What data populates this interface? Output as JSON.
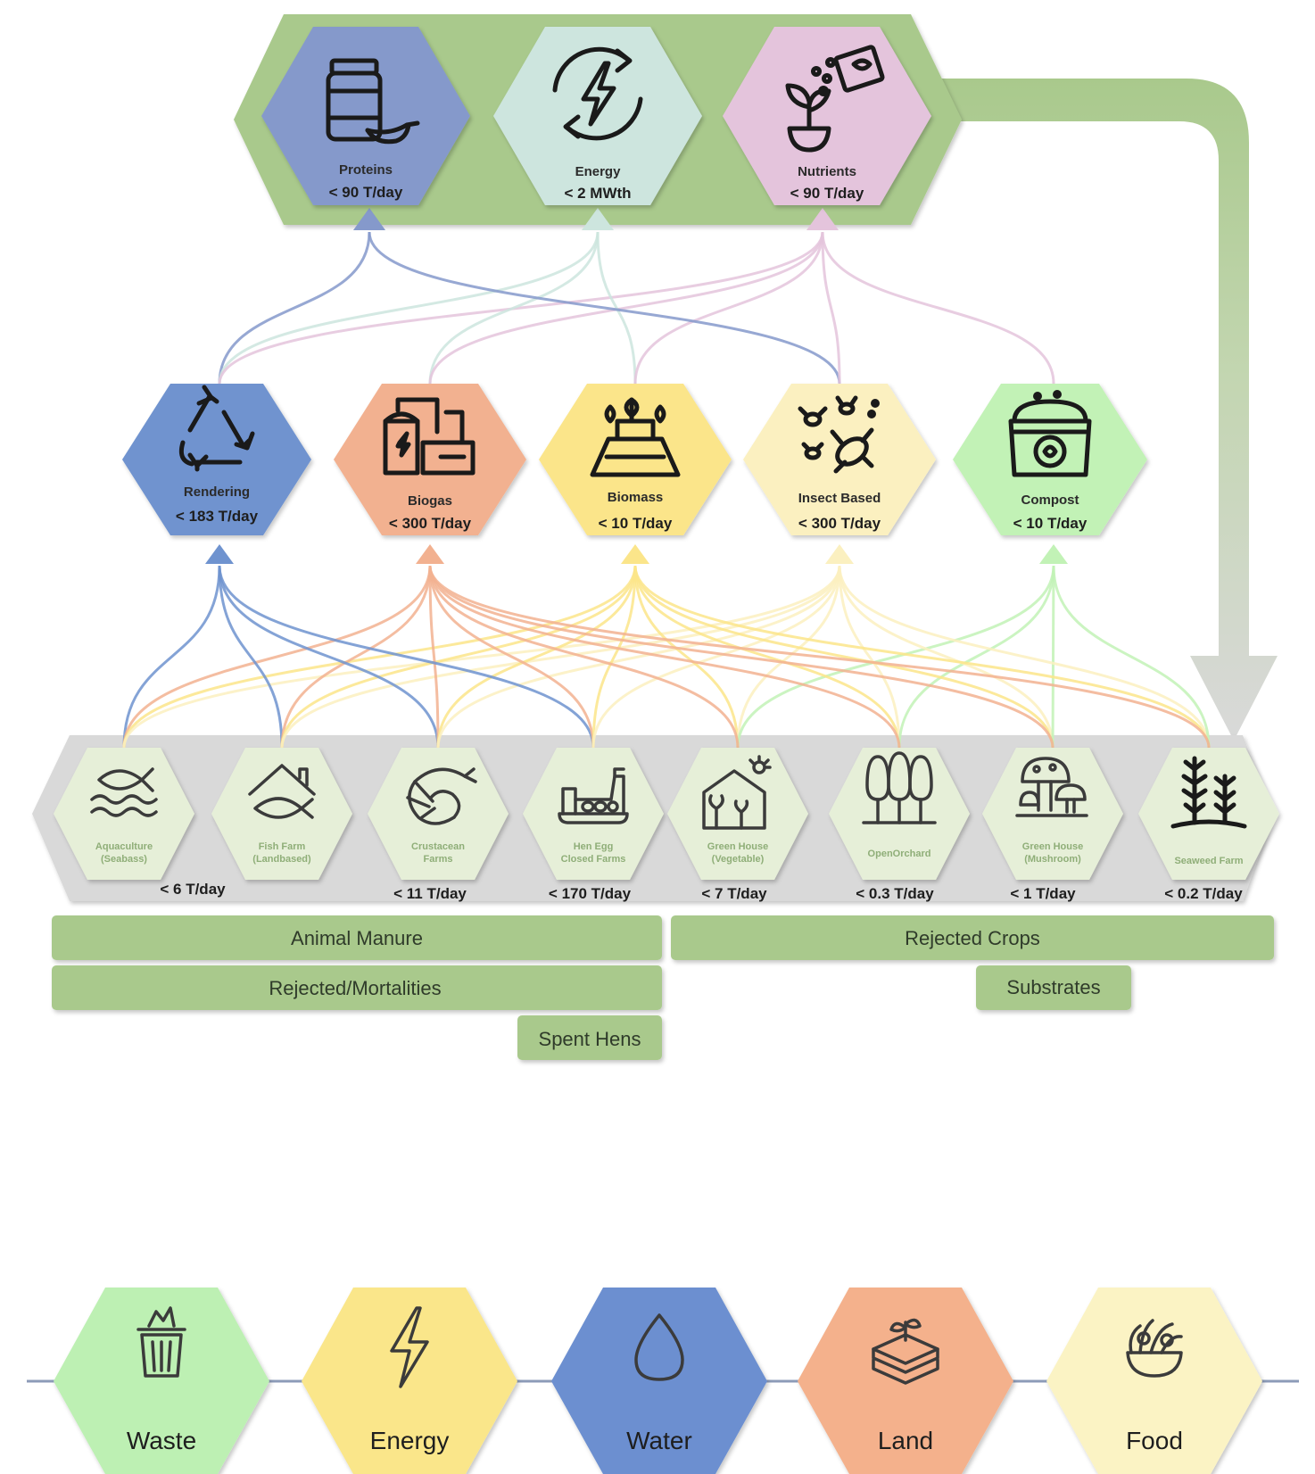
{
  "colors": {
    "top_band": "#a9c98c",
    "big_arrow": "#a9c98c",
    "farm_band": "#d9d9d9",
    "label_bar": "#a9c98c",
    "proteins": "#8599cb",
    "energy": "#cde5de",
    "nutrients": "#e4c4dc",
    "rendering": "#6f93cf",
    "biogas": "#f2b190",
    "biomass": "#fbe58a",
    "insect": "#fbf0c0",
    "compost": "#c2f2b6",
    "farm": "#e6efd8",
    "waste": "#bdf0b3",
    "energy_nexus": "#fae68a",
    "water": "#6c8fd0",
    "land": "#f4b18c",
    "food": "#fbf3c4"
  },
  "outputs": [
    {
      "name": "Proteins",
      "value": "< 90 T/day",
      "icon": "protein-jar-icon"
    },
    {
      "name": "Energy",
      "value": "< 2 MWth",
      "icon": "energy-cycle-icon"
    },
    {
      "name": "Nutrients",
      "value": "< 90 T/day",
      "icon": "plant-nutrients-icon"
    }
  ],
  "processes": [
    {
      "name": "Rendering",
      "value": "< 183 T/day",
      "icon": "recycle-icon"
    },
    {
      "name": "Biogas",
      "value": "< 300 T/day",
      "icon": "biogas-plant-icon"
    },
    {
      "name": "Biomass",
      "value": "< 10 T/day",
      "icon": "biomass-plant-icon"
    },
    {
      "name": "Insect Based",
      "value": "< 300 T/day",
      "icon": "insects-icon"
    },
    {
      "name": "Compost",
      "value": "< 10 T/day",
      "icon": "compost-bag-icon"
    }
  ],
  "farms": [
    {
      "line1": "Aquaculture",
      "line2": "(Seabass)",
      "value": "< 6 T/day",
      "icon": "fish-waves-icon"
    },
    {
      "line1": "Fish Farm",
      "line2": "(Landbased)",
      "value": "",
      "icon": "fish-house-icon"
    },
    {
      "line1": "Crustacean",
      "line2": "Farms",
      "value": "< 11 T/day",
      "icon": "shrimp-icon"
    },
    {
      "line1": "Hen Egg",
      "line2": "Closed Farms",
      "value": "< 170 T/day",
      "icon": "hen-icon"
    },
    {
      "line1": "Green House",
      "line2": "(Vegetable)",
      "value": "< 7 T/day",
      "icon": "greenhouse-icon"
    },
    {
      "line1": "OpenOrchard",
      "line2": "",
      "value": "< 0.3 T/day",
      "icon": "trees-icon"
    },
    {
      "line1": "Green House",
      "line2": "(Mushroom)",
      "value": "< 1 T/day",
      "icon": "mushroom-icon"
    },
    {
      "line1": "Seaweed Farm",
      "line2": "",
      "value": "< 0.2 T/day",
      "icon": "seaweed-icon"
    }
  ],
  "streams": {
    "animal_manure": "Animal Manure",
    "rejected_crops": "Rejected Crops",
    "rejected_mortalities": "Rejected/Mortalities",
    "substrates": "Substrates",
    "spent_hens": "Spent Hens"
  },
  "nexus": [
    {
      "name": "Waste",
      "icon": "waste-bin-icon"
    },
    {
      "name": "Energy",
      "icon": "lightning-icon"
    },
    {
      "name": "Water",
      "icon": "water-drop-icon"
    },
    {
      "name": "Land",
      "icon": "land-layers-icon"
    },
    {
      "name": "Food",
      "icon": "food-bowl-icon"
    }
  ]
}
